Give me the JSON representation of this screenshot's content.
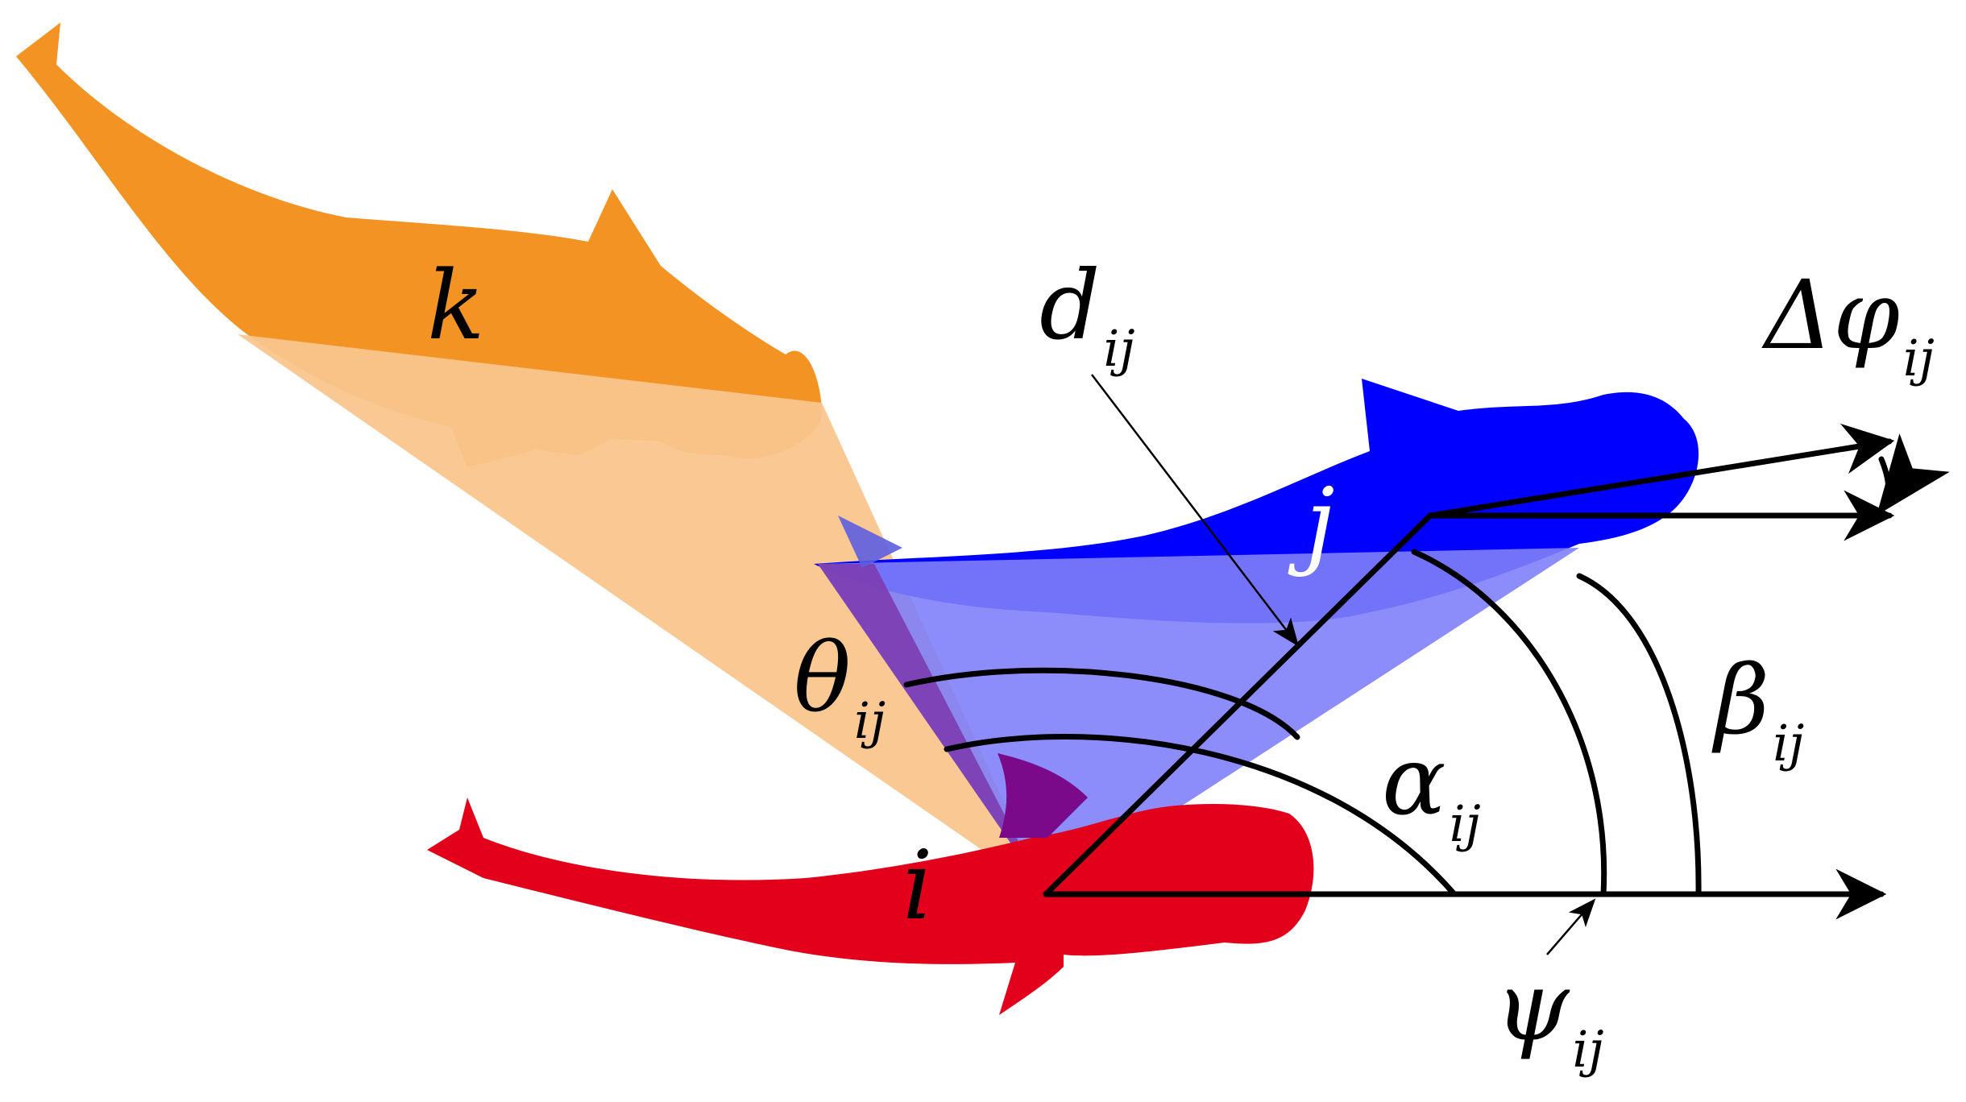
{
  "colors": {
    "fish_i": "#e2001a",
    "fish_j": "#0000ff",
    "fish_k": "#f39323",
    "cone_k": "#f9c58d",
    "cone_j": "#7f7ff9",
    "cone_overlap": "#7b38ad"
  },
  "fish": {
    "i": {
      "label": "i"
    },
    "j": {
      "label": "j"
    },
    "k": {
      "label": "k"
    }
  },
  "symbols": {
    "d": {
      "main": "d",
      "sub": "ij"
    },
    "delta_phi": {
      "main": "Δφ",
      "sub": "ij"
    },
    "theta": {
      "main": "θ",
      "sub": "ij"
    },
    "alpha": {
      "main": "α",
      "sub": "ij"
    },
    "beta": {
      "main": "β",
      "sub": "ij"
    },
    "psi": {
      "main": "ψ",
      "sub": "ij"
    }
  }
}
